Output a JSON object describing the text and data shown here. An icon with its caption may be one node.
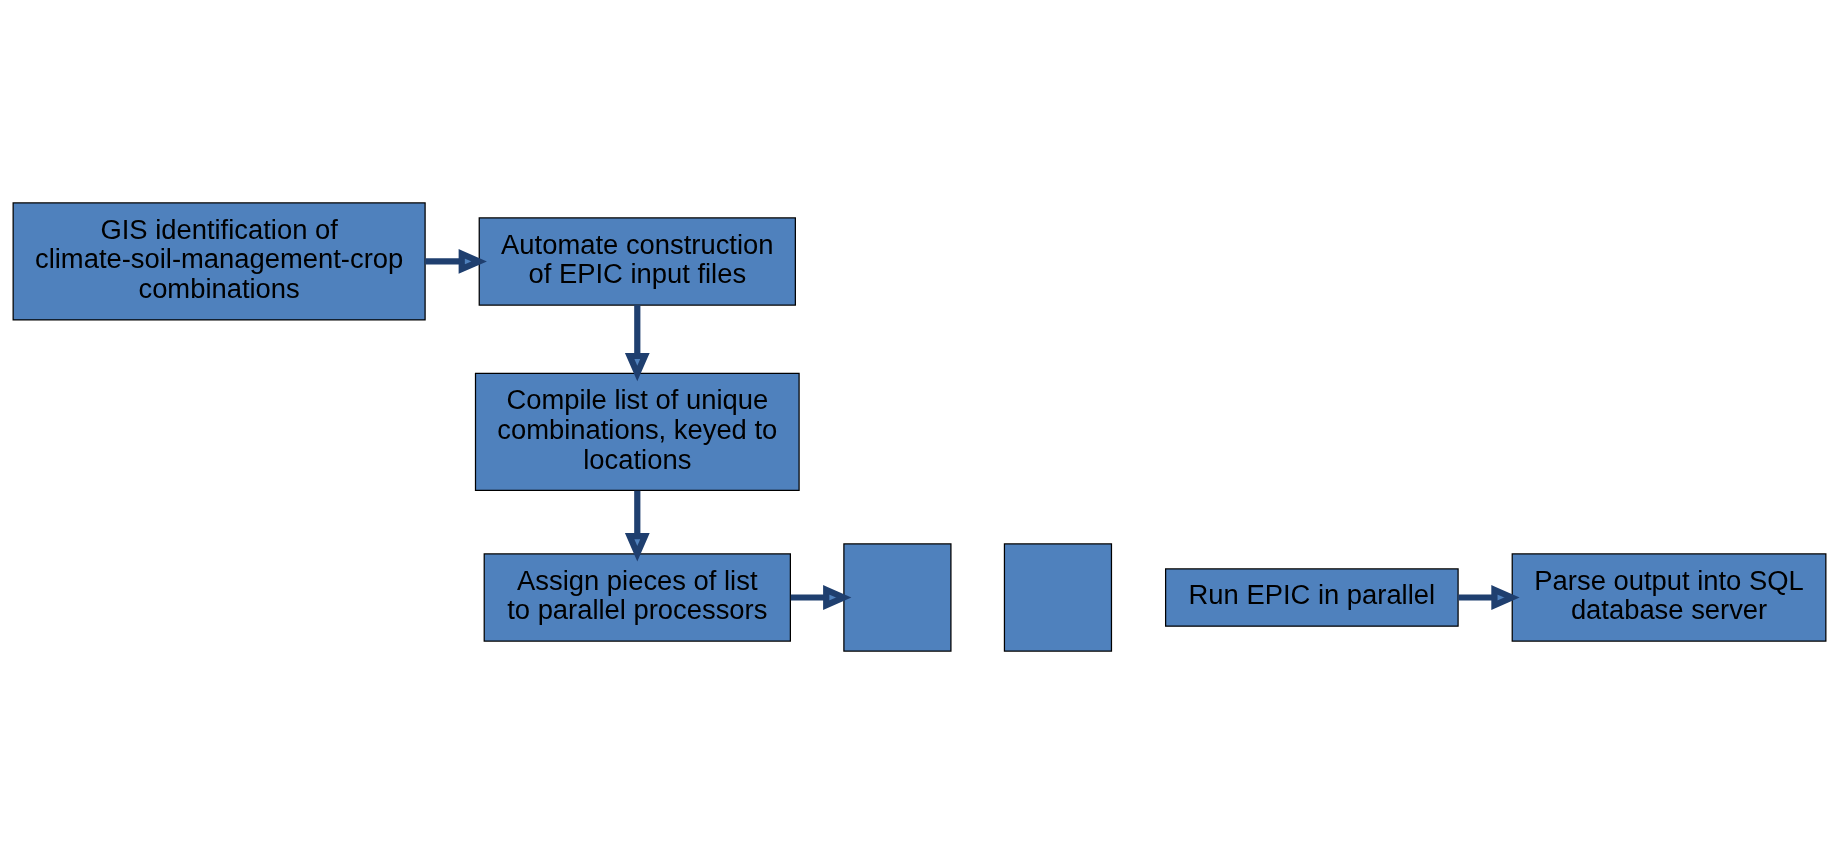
{
  "diagram": {
    "nodes": [
      {
        "text": [
          "GIS identification of climate-soil-management-crop combinations"
        ]
      },
      {
        "text": [
          "Automate construction of EPIC input files"
        ]
      },
      {
        "text": [
          "Compile list of unique combinations, keyed to locations"
        ]
      },
      {
        "text": [
          "Assign pieces of list to parallel processors"
        ]
      },
      {
        "text": [],
        "shape": "box"
      },
      {
        "text": [],
        "shape": "box"
      },
      {
        "text": [
          "Run EPIC in parallel"
        ]
      },
      {
        "text": [
          "Parse output into SQL database server"
        ]
      }
    ],
    "edges": [
      {
        "from": 0,
        "to": 1,
        "arrow": "to"
      },
      {
        "from": 1,
        "to": 2,
        "arrow": "to"
      },
      {
        "from": 2,
        "to": 3,
        "arrow": "to"
      },
      {
        "from": 3,
        "to": 4,
        "arrow": "to"
      },
      {
        "from": 6,
        "to": 7,
        "arrow": "to"
      }
    ]
  }
}
